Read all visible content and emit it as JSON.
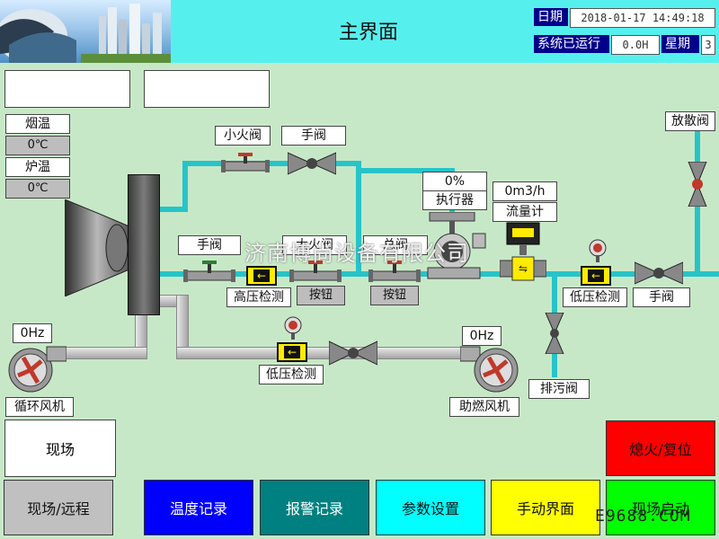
{
  "header": {
    "title": "主界面",
    "date_label": "日期",
    "datetime": "2018-01-17 14:49:18",
    "runtime_label": "系统已运行",
    "runtime_value": "0.0H",
    "weekday_label": "星期",
    "weekday_value": "3"
  },
  "readouts": {
    "smoke_temp_label": "烟温",
    "smoke_temp_value": "0℃",
    "furnace_temp_label": "炉温",
    "furnace_temp_value": "0℃",
    "actuator_percent": "0%",
    "actuator_label": "执行器",
    "flow_value": "0m3/h",
    "flow_label": "流量计",
    "circ_fan_hz": "0Hz",
    "circ_fan_label": "循环风机",
    "comb_fan_hz": "0Hz",
    "comb_fan_label": "助燃风机"
  },
  "valves": {
    "small_fire": "小火阀",
    "manual_top": "手阀",
    "manual_left": "手阀",
    "big_fire": "大火阀",
    "main": "总阀",
    "vent": "放散阀",
    "manual_right": "手阀",
    "drain": "排污阀"
  },
  "detectors": {
    "high_pressure": "高压检测",
    "low_pressure_right": "低压检测",
    "low_pressure_bottom": "低压检测"
  },
  "small_buttons": {
    "button1": "按钮",
    "button2": "按钮"
  },
  "mode_box": "现场",
  "watermark": "济南博尚设备有限公司",
  "site_mark": "E9688.COM",
  "bottom_buttons": {
    "local_remote": "现场/远程",
    "temp_record": "温度记录",
    "alarm_record": "报警记录",
    "param_settings": "参数设置",
    "manual_screen": "手动界面",
    "local_start": "现场启动",
    "flameout_reset": "熄火/复位"
  },
  "colors": {
    "background": "#c7e8c7",
    "header": "#55f0ee",
    "pipe_gas": "#26c4c8",
    "btn_temp": "#0000ff",
    "btn_alarm": "#008080",
    "btn_param": "#00ffff",
    "btn_manual": "#ffff00",
    "btn_start": "#00ff00",
    "btn_reset": "#ff0000"
  }
}
